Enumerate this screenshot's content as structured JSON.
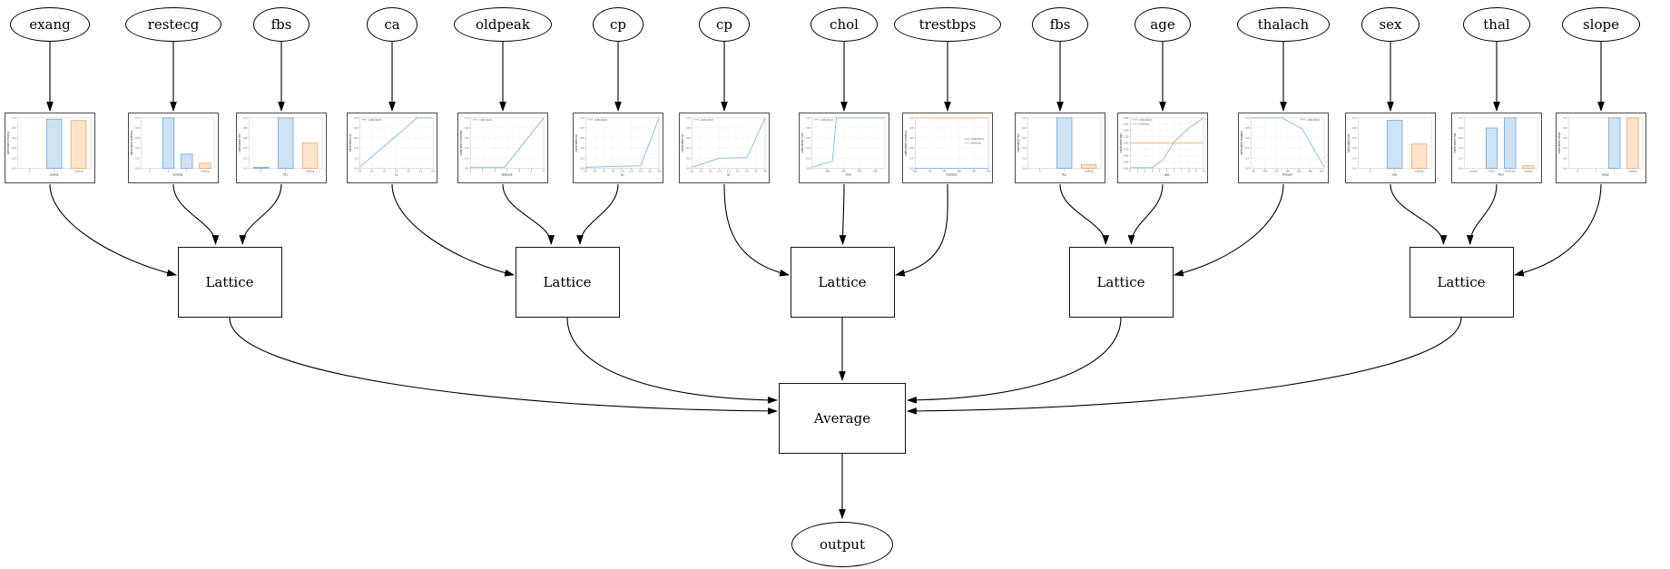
{
  "diagram": {
    "inputs": [
      {
        "id": "exang",
        "label": "exang"
      },
      {
        "id": "restecg",
        "label": "restecg"
      },
      {
        "id": "fbs1",
        "label": "fbs"
      },
      {
        "id": "ca",
        "label": "ca"
      },
      {
        "id": "oldpeak",
        "label": "oldpeak"
      },
      {
        "id": "cp1",
        "label": "cp"
      },
      {
        "id": "cp2",
        "label": "cp"
      },
      {
        "id": "chol",
        "label": "chol"
      },
      {
        "id": "trestbps",
        "label": "trestbps"
      },
      {
        "id": "fbs2",
        "label": "fbs"
      },
      {
        "id": "age",
        "label": "age"
      },
      {
        "id": "thalach",
        "label": "thalach"
      },
      {
        "id": "sex",
        "label": "sex"
      },
      {
        "id": "thal",
        "label": "thal"
      },
      {
        "id": "slope",
        "label": "slope"
      }
    ],
    "lattices": [
      {
        "id": "l1",
        "label": "Lattice"
      },
      {
        "id": "l2",
        "label": "Lattice"
      },
      {
        "id": "l3",
        "label": "Lattice"
      },
      {
        "id": "l4",
        "label": "Lattice"
      },
      {
        "id": "l5",
        "label": "Lattice"
      }
    ],
    "average": {
      "id": "average",
      "label": "Average"
    },
    "output": {
      "id": "output",
      "label": "output"
    },
    "edges": [
      {
        "from": "exang",
        "to": "cal_exang"
      },
      {
        "from": "restecg",
        "to": "cal_restecg"
      },
      {
        "from": "fbs1",
        "to": "cal_fbs1"
      },
      {
        "from": "ca",
        "to": "cal_ca"
      },
      {
        "from": "oldpeak",
        "to": "cal_oldpeak"
      },
      {
        "from": "cp1",
        "to": "cal_cp1"
      },
      {
        "from": "cp2",
        "to": "cal_cp2"
      },
      {
        "from": "chol",
        "to": "cal_chol"
      },
      {
        "from": "trestbps",
        "to": "cal_trestbps"
      },
      {
        "from": "fbs2",
        "to": "cal_fbs2"
      },
      {
        "from": "age",
        "to": "cal_age"
      },
      {
        "from": "thalach",
        "to": "cal_thalach"
      },
      {
        "from": "sex",
        "to": "cal_sex"
      },
      {
        "from": "thal",
        "to": "cal_thal"
      },
      {
        "from": "slope",
        "to": "cal_slope"
      },
      {
        "from": "cal_exang",
        "to": "l1"
      },
      {
        "from": "cal_restecg",
        "to": "l1"
      },
      {
        "from": "cal_fbs1",
        "to": "l1"
      },
      {
        "from": "cal_ca",
        "to": "l2"
      },
      {
        "from": "cal_oldpeak",
        "to": "l2"
      },
      {
        "from": "cal_cp1",
        "to": "l2"
      },
      {
        "from": "cal_cp2",
        "to": "l3"
      },
      {
        "from": "cal_chol",
        "to": "l3"
      },
      {
        "from": "cal_trestbps",
        "to": "l3"
      },
      {
        "from": "cal_fbs2",
        "to": "l4"
      },
      {
        "from": "cal_age",
        "to": "l4"
      },
      {
        "from": "cal_thalach",
        "to": "l4"
      },
      {
        "from": "cal_sex",
        "to": "l5"
      },
      {
        "from": "cal_thal",
        "to": "l5"
      },
      {
        "from": "cal_slope",
        "to": "l5"
      },
      {
        "from": "l1",
        "to": "average"
      },
      {
        "from": "l2",
        "to": "average"
      },
      {
        "from": "l3",
        "to": "average"
      },
      {
        "from": "l4",
        "to": "average"
      },
      {
        "from": "l5",
        "to": "average"
      },
      {
        "from": "average",
        "to": "output"
      }
    ]
  },
  "palette": {
    "line_blue": "#7db8dd",
    "line_orange": "#fdae6b",
    "bar_blue_fill": "#cfe2f3",
    "bar_blue_edge": "#5b9bd5",
    "bar_orange_fill": "#fde4c9",
    "bar_orange_edge": "#f0985a",
    "grid": "#efefef",
    "frame": "#c8c8c8",
    "tick_text": "#555555",
    "label_text": "#333333",
    "chart_border": "#4a4a4a",
    "edge": "#000000"
  },
  "charts": [
    {
      "id": "cal_exang",
      "type": "bar",
      "xlabel": "exang",
      "ylabel": "calibrated exang",
      "categories": [
        "0",
        "1",
        "missing"
      ],
      "values": [
        0,
        0.97,
        0.95
      ],
      "bar_colors": [
        "blue",
        "blue",
        "orange"
      ],
      "ylim": [
        0,
        1
      ],
      "yticks": [
        0,
        0.2,
        0.4,
        0.6,
        0.8,
        1.0
      ],
      "yticklabels": [
        "0.0",
        "0.2",
        "0.4",
        "0.6",
        "0.8",
        "1.0"
      ]
    },
    {
      "id": "cal_restecg",
      "type": "bar",
      "xlabel": "restecg",
      "ylabel": "calibrated restecg",
      "categories": [
        "0",
        "1",
        "2",
        "missing"
      ],
      "values": [
        0,
        1.0,
        0.28,
        0.1
      ],
      "bar_colors": [
        "blue",
        "blue",
        "blue",
        "orange"
      ],
      "ylim": [
        0,
        1
      ],
      "yticks": [
        0,
        0.2,
        0.4,
        0.6,
        0.8,
        1.0
      ],
      "yticklabels": [
        "0.0",
        "0.2",
        "0.4",
        "0.6",
        "0.8",
        "1.0"
      ]
    },
    {
      "id": "cal_fbs1",
      "type": "bar",
      "xlabel": "fbs",
      "ylabel": "calibrated fbs",
      "categories": [
        "0",
        "1",
        "missing"
      ],
      "values": [
        0.02,
        1.0,
        0.5
      ],
      "bar_colors": [
        "blue",
        "blue",
        "orange"
      ],
      "ylim": [
        0,
        1
      ],
      "yticks": [
        0,
        0.2,
        0.4,
        0.6,
        0.8,
        1.0
      ],
      "yticklabels": [
        "0.0",
        "0.2",
        "0.4",
        "0.6",
        "0.8",
        "1.0"
      ]
    },
    {
      "id": "cal_ca",
      "type": "line",
      "xlabel": "ca",
      "ylabel": "calibrated ca",
      "xlim": [
        0,
        3
      ],
      "xticks": [
        0,
        0.5,
        1,
        1.5,
        2,
        2.5,
        3
      ],
      "xticklabels": [
        "0.0",
        "0.5",
        "1.0",
        "1.5",
        "2.0",
        "2.5",
        "3.0"
      ],
      "ylim": [
        0,
        1
      ],
      "yticks": [
        0,
        0.2,
        0.4,
        0.6,
        0.8,
        1.0
      ],
      "yticklabels": [
        "0.0",
        "0.2",
        "0.4",
        "0.6",
        "0.8",
        "1.0"
      ],
      "series": [
        {
          "name": "calibrated",
          "color": "blue",
          "points": [
            [
              0,
              0.02
            ],
            [
              2.35,
              1.0
            ],
            [
              3,
              1.0
            ]
          ]
        }
      ],
      "legend": {
        "pos": "nw",
        "entries": [
          {
            "label": "calibrated",
            "color": "blue"
          }
        ]
      }
    },
    {
      "id": "cal_oldpeak",
      "type": "line",
      "xlabel": "oldpeak",
      "ylabel": "calibrated oldpeak",
      "xlim": [
        0,
        6
      ],
      "xticks": [
        0,
        1,
        2,
        3,
        4,
        5,
        6
      ],
      "xticklabels": [
        "0",
        "1",
        "2",
        "3",
        "4",
        "5",
        "6"
      ],
      "ylim": [
        0,
        1
      ],
      "yticks": [
        0,
        0.2,
        0.4,
        0.6,
        0.8,
        1.0
      ],
      "yticklabels": [
        "0.0",
        "0.2",
        "0.4",
        "0.6",
        "0.8",
        "1.0"
      ],
      "series": [
        {
          "name": "calibrated",
          "color": "blue",
          "points": [
            [
              0,
              0.02
            ],
            [
              2.8,
              0.02
            ],
            [
              6,
              1.0
            ]
          ]
        }
      ],
      "legend": {
        "pos": "nw",
        "entries": [
          {
            "label": "calibrated",
            "color": "blue"
          }
        ]
      }
    },
    {
      "id": "cal_cp1",
      "type": "line",
      "xlabel": "cp",
      "ylabel": "calibrated cp",
      "xlim": [
        0,
        4
      ],
      "xticks": [
        0,
        0.5,
        1,
        1.5,
        2,
        2.5,
        3,
        3.5,
        4
      ],
      "xticklabels": [
        "0.0",
        "0.5",
        "1.0",
        "1.5",
        "2.0",
        "2.5",
        "3.0",
        "3.5",
        "4.0"
      ],
      "ylim": [
        0,
        1
      ],
      "yticks": [
        0,
        0.2,
        0.4,
        0.6,
        0.8,
        1.0
      ],
      "yticklabels": [
        "0.0",
        "0.2",
        "0.4",
        "0.6",
        "0.8",
        "1.0"
      ],
      "series": [
        {
          "name": "calibrated",
          "color": "blue",
          "points": [
            [
              0,
              0.02
            ],
            [
              3,
              0.05
            ],
            [
              4,
              1.0
            ]
          ]
        }
      ],
      "legend": {
        "pos": "nw",
        "entries": [
          {
            "label": "calibrated",
            "color": "blue"
          }
        ]
      }
    },
    {
      "id": "cal_cp2",
      "type": "line",
      "xlabel": "cp",
      "ylabel": "calibrated cp",
      "xlim": [
        0,
        4
      ],
      "xticks": [
        0,
        0.5,
        1,
        1.5,
        2,
        2.5,
        3,
        3.5,
        4
      ],
      "xticklabels": [
        "0.0",
        "0.5",
        "1.0",
        "1.5",
        "2.0",
        "2.5",
        "3.0",
        "3.5",
        "4.0"
      ],
      "ylim": [
        0,
        1
      ],
      "yticks": [
        0,
        0.2,
        0.4,
        0.6,
        0.8,
        1.0
      ],
      "yticklabels": [
        "0.0",
        "0.2",
        "0.4",
        "0.6",
        "0.8",
        "1.0"
      ],
      "series": [
        {
          "name": "calibrated",
          "color": "blue",
          "points": [
            [
              0,
              0.02
            ],
            [
              1.5,
              0.2
            ],
            [
              3,
              0.21
            ],
            [
              4,
              1.0
            ]
          ]
        }
      ],
      "legend": {
        "pos": "nw",
        "entries": [
          {
            "label": "calibrated",
            "color": "blue"
          }
        ]
      }
    },
    {
      "id": "cal_chol",
      "type": "line",
      "xlabel": "chol",
      "ylabel": "calibrated chol",
      "xlim": [
        100,
        560
      ],
      "xticks": [
        200,
        300,
        400,
        500
      ],
      "xticklabels": [
        "200",
        "300",
        "400",
        "500"
      ],
      "ylim": [
        0,
        1
      ],
      "yticks": [
        0,
        0.2,
        0.4,
        0.6,
        0.8,
        1.0
      ],
      "yticklabels": [
        "0.0",
        "0.2",
        "0.4",
        "0.6",
        "0.8",
        "1.0"
      ],
      "series": [
        {
          "name": "calibrated",
          "color": "blue",
          "points": [
            [
              100,
              0.02
            ],
            [
              230,
              0.14
            ],
            [
              255,
              1.0
            ],
            [
              560,
              1.0
            ]
          ]
        }
      ],
      "legend": {
        "pos": "nw",
        "entries": [
          {
            "label": "calibrated",
            "color": "blue"
          }
        ]
      }
    },
    {
      "id": "cal_trestbps",
      "type": "line",
      "xlabel": "trestbps",
      "ylabel": "calibrated trestbps",
      "xlim": [
        100,
        200
      ],
      "xticks": [
        100,
        120,
        140,
        160,
        180,
        200
      ],
      "xticklabels": [
        "100",
        "120",
        "140",
        "160",
        "180",
        "200"
      ],
      "ylim": [
        0,
        1
      ],
      "yticks": [
        0,
        0.2,
        0.4,
        0.6,
        0.8,
        1.0
      ],
      "yticklabels": [
        "0.0",
        "0.2",
        "0.4",
        "0.6",
        "0.8",
        "1.0"
      ],
      "series": [
        {
          "name": "calibrated",
          "color": "blue",
          "points": [
            [
              100,
              0.0
            ],
            [
              200,
              0.0
            ]
          ]
        },
        {
          "name": "missing",
          "color": "orange",
          "points": [
            [
              100,
              1.0
            ],
            [
              200,
              1.0
            ]
          ]
        }
      ],
      "legend": {
        "pos": "e",
        "entries": [
          {
            "label": "calibrated",
            "color": "blue"
          },
          {
            "label": "missing",
            "color": "orange"
          }
        ]
      }
    },
    {
      "id": "cal_fbs2",
      "type": "bar",
      "xlabel": "fbs",
      "ylabel": "calibrated fbs",
      "categories": [
        "0",
        "1",
        "missing"
      ],
      "values": [
        0,
        1.0,
        0.07
      ],
      "bar_colors": [
        "blue",
        "blue",
        "orange"
      ],
      "ylim": [
        0,
        1
      ],
      "yticks": [
        0,
        0.2,
        0.4,
        0.6,
        0.8,
        1.0
      ],
      "yticklabels": [
        "0.0",
        "0.2",
        "0.4",
        "0.6",
        "0.8",
        "1.0"
      ]
    },
    {
      "id": "cal_age",
      "type": "line",
      "xlabel": "age",
      "ylabel": "calibrated age",
      "xlim": [
        0,
        10
      ],
      "xticks": [
        0,
        1,
        2,
        3,
        4,
        5,
        6,
        7,
        8,
        9,
        10
      ],
      "xticklabels": [
        "0",
        "1",
        "2",
        "3",
        "4",
        "5",
        "6",
        "7",
        "8",
        "9",
        "10"
      ],
      "ylim": [
        0,
        2
      ],
      "yticks": [
        0,
        0.25,
        0.5,
        0.75,
        1,
        1.25,
        1.5,
        1.75,
        2
      ],
      "yticklabels": [
        "0.00",
        "0.25",
        "0.50",
        "0.75",
        "1.00",
        "1.25",
        "1.50",
        "1.75",
        "2.00"
      ],
      "series": [
        {
          "name": "calibrated",
          "color": "blue",
          "points": [
            [
              0,
              0.02
            ],
            [
              3,
              0.02
            ],
            [
              4.5,
              0.35
            ],
            [
              6,
              1.05
            ],
            [
              8,
              1.6
            ],
            [
              10,
              2.0
            ]
          ]
        },
        {
          "name": "missing",
          "color": "orange",
          "points": [
            [
              0,
              1.0
            ],
            [
              10,
              1.0
            ]
          ]
        }
      ],
      "legend": {
        "pos": "nw",
        "entries": [
          {
            "label": "calibrated",
            "color": "blue"
          },
          {
            "label": "missing",
            "color": "orange"
          }
        ]
      }
    },
    {
      "id": "cal_thalach",
      "type": "line",
      "xlabel": "thalach",
      "ylabel": "calibrated thalach",
      "xlim": [
        75,
        205
      ],
      "xticks": [
        80,
        100,
        120,
        140,
        160,
        180,
        200
      ],
      "xticklabels": [
        "80",
        "100",
        "120",
        "140",
        "160",
        "180",
        "200"
      ],
      "ylim": [
        0,
        1
      ],
      "yticks": [
        0,
        0.2,
        0.4,
        0.6,
        0.8,
        1.0
      ],
      "yticklabels": [
        "0.0",
        "0.2",
        "0.4",
        "0.6",
        "0.8",
        "1.0"
      ],
      "series": [
        {
          "name": "calibrated",
          "color": "blue",
          "points": [
            [
              75,
              1.0
            ],
            [
              130,
              1.0
            ],
            [
              166,
              0.78
            ],
            [
              205,
              0.02
            ]
          ]
        }
      ],
      "legend": {
        "pos": "ne",
        "entries": [
          {
            "label": "calibrated",
            "color": "blue"
          }
        ]
      }
    },
    {
      "id": "cal_sex",
      "type": "bar",
      "xlabel": "sex",
      "ylabel": "calibrated sex",
      "categories": [
        "0",
        "1",
        "missing"
      ],
      "values": [
        0,
        0.95,
        0.48
      ],
      "bar_colors": [
        "blue",
        "blue",
        "orange"
      ],
      "ylim": [
        0,
        1
      ],
      "yticks": [
        0,
        0.2,
        0.4,
        0.6,
        0.8,
        1.0
      ],
      "yticklabels": [
        "0.0",
        "0.2",
        "0.4",
        "0.6",
        "0.8",
        "1.0"
      ]
    },
    {
      "id": "cal_thal",
      "type": "bar",
      "xlabel": "thal",
      "ylabel": "calibrated thal",
      "categories": [
        "normal",
        "fixed",
        "reversible",
        "missing"
      ],
      "values": [
        0,
        0.8,
        1.0,
        0.05
      ],
      "bar_colors": [
        "blue",
        "blue",
        "blue",
        "orange"
      ],
      "ylim": [
        0,
        1
      ],
      "yticks": [
        0,
        0.2,
        0.4,
        0.6,
        0.8,
        1.0
      ],
      "yticklabels": [
        "0.0",
        "0.2",
        "0.4",
        "0.6",
        "0.8",
        "1.0"
      ]
    },
    {
      "id": "cal_slope",
      "type": "bar",
      "xlabel": "slope",
      "ylabel": "calibrated slope",
      "categories": [
        "0",
        "1",
        "2",
        "missing"
      ],
      "values": [
        0,
        0,
        1.0,
        1.0
      ],
      "bar_colors": [
        "blue",
        "blue",
        "blue",
        "orange"
      ],
      "ylim": [
        0,
        1
      ],
      "yticks": [
        0,
        0.2,
        0.4,
        0.6,
        0.8,
        1.0
      ],
      "yticklabels": [
        "0.0",
        "0.2",
        "0.4",
        "0.6",
        "0.8",
        "1.0"
      ]
    }
  ]
}
